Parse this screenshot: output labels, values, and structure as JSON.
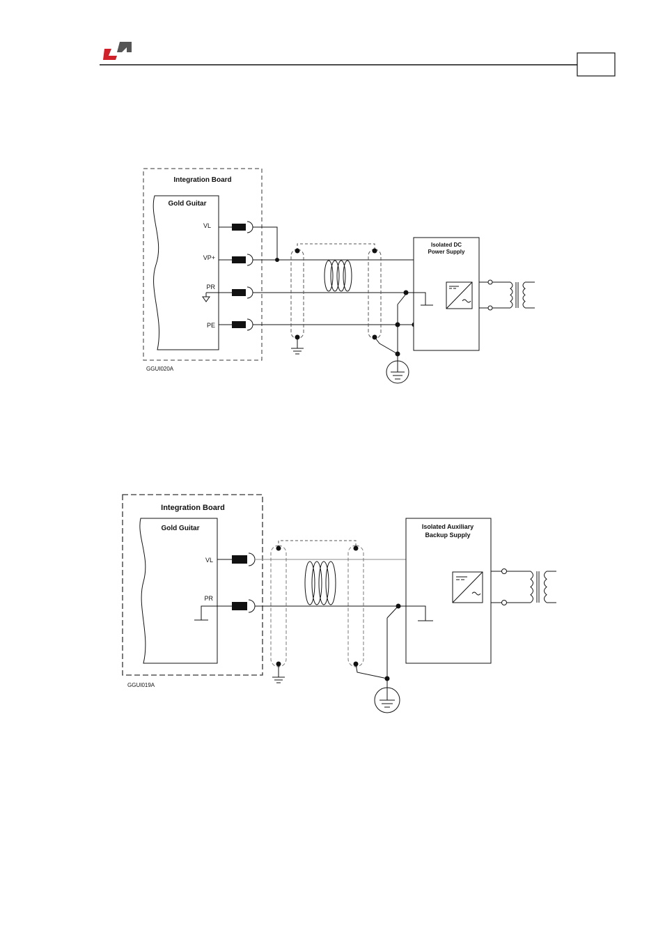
{
  "header": {
    "logo": "company-logo",
    "page_number_box": ""
  },
  "diagram1": {
    "board_title": "Integration Board",
    "drive_title": "Gold Guitar",
    "pins": [
      "VL",
      "VP+",
      "PR",
      "PE"
    ],
    "supply_title_line1": "Isolated DC",
    "supply_title_line2": "Power Supply",
    "figure_code": "GGUI020A"
  },
  "diagram2": {
    "board_title": "Integration Board",
    "drive_title": "Gold Guitar",
    "pins": [
      "VL",
      "PR"
    ],
    "supply_title_line1": "Isolated Auxiliary",
    "supply_title_line2": "Backup Supply",
    "figure_code": "GGUI019A"
  },
  "colors": {
    "logo_red": "#d0202a",
    "logo_gray": "#555555",
    "line": "#111111",
    "shield": "#666666"
  }
}
